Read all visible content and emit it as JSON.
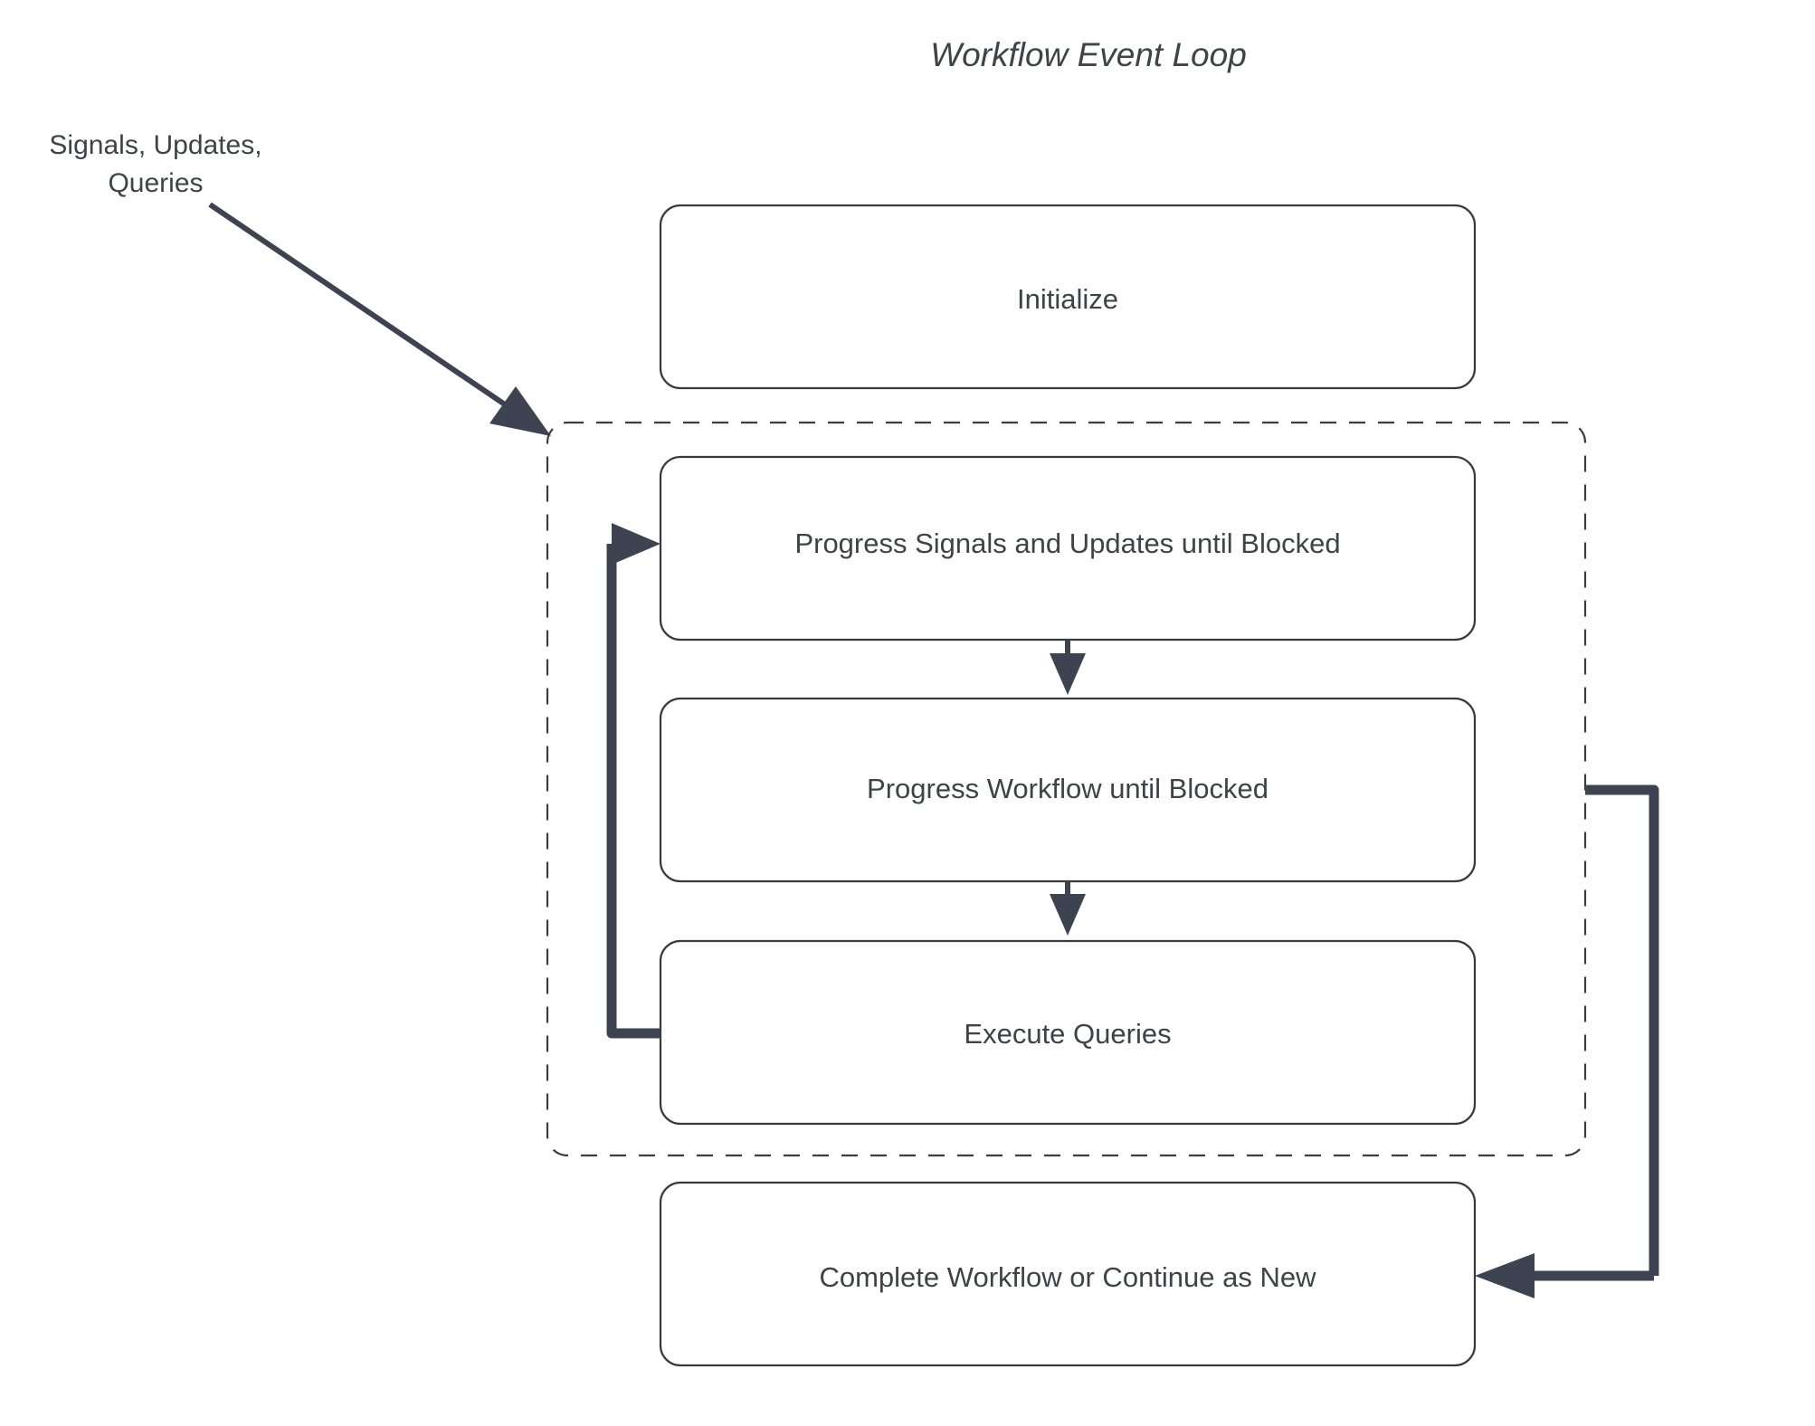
{
  "diagram": {
    "title": "Workflow Event Loop",
    "colors": {
      "stroke": "#36393f",
      "text": "#3f4247",
      "flow": "#3d4350",
      "background": "#ffffff"
    },
    "external_label": {
      "line1": "Signals, Updates,",
      "line2": "Queries"
    },
    "nodes": [
      {
        "id": "initialize",
        "label": "Initialize"
      },
      {
        "id": "progress-signals",
        "label": "Progress Signals and Updates until Blocked"
      },
      {
        "id": "progress-workflow",
        "label": "Progress Workflow until Blocked"
      },
      {
        "id": "execute-queries",
        "label": "Execute Queries"
      },
      {
        "id": "complete-workflow",
        "label": "Complete Workflow or Continue as New"
      }
    ],
    "loop_group": {
      "id": "event-loop-group",
      "style": "dashed"
    }
  }
}
